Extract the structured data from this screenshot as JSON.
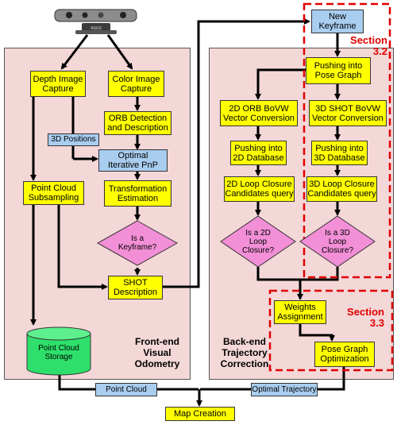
{
  "sensor": {
    "icon": "rgbd-camera-icon",
    "brand_text": "ASUS"
  },
  "frontend": {
    "title": "Front-end\nVisual\nOdometry",
    "depth_capture": "Depth Image\nCapture",
    "color_capture": "Color Image\nCapture",
    "orb": "ORB Detection\nand Description",
    "positions3d": "3D Positions",
    "pnp": "Optimal\nIterative PnP",
    "pc_subsampling": "Point Cloud\nSubsampling",
    "transformation": "Transformation\nEstimation",
    "keyframe_q": "Is a\nKeyframe?",
    "shot": "SHOT\nDescription",
    "pc_storage": "Point Cloud\nStorage"
  },
  "backend": {
    "title": "Back-end\nTrajectory\nCorrection",
    "new_keyframe": "New\nKeyframe",
    "pose_graph_push": "Pushing into\nPose Graph",
    "orb_bovw": "2D ORB BoVW\nVector Conversion",
    "shot_bovw": "3D SHOT BoVW\nVector Conversion",
    "push_2d": "Pushing into\n2D Database",
    "push_3d": "Pushing into\n3D Database",
    "query_2d": "2D Loop Closure\nCandidates query",
    "query_3d": "3D Loop Closure\nCandidates query",
    "loop2d_q": "Is a 2D\nLoop\nClosure?",
    "loop3d_q": "Is a 3D\nLoop\nClosure?",
    "weights": "Weights\nAssignment",
    "pose_opt": "Pose Graph\nOptimization",
    "section_32": "Section\n3.2",
    "section_33": "Section\n3.3"
  },
  "bottom": {
    "point_cloud": "Point Cloud",
    "optimal_trajectory": "Optimal Trajectory",
    "map_creation": "Map Creation"
  },
  "colors": {
    "process": "#ffff00",
    "data": "#a9cdef",
    "decision": "#f28fd6",
    "storage": "#2ee06b",
    "panel": "#f4d7d7",
    "section_border": "#e00000"
  }
}
